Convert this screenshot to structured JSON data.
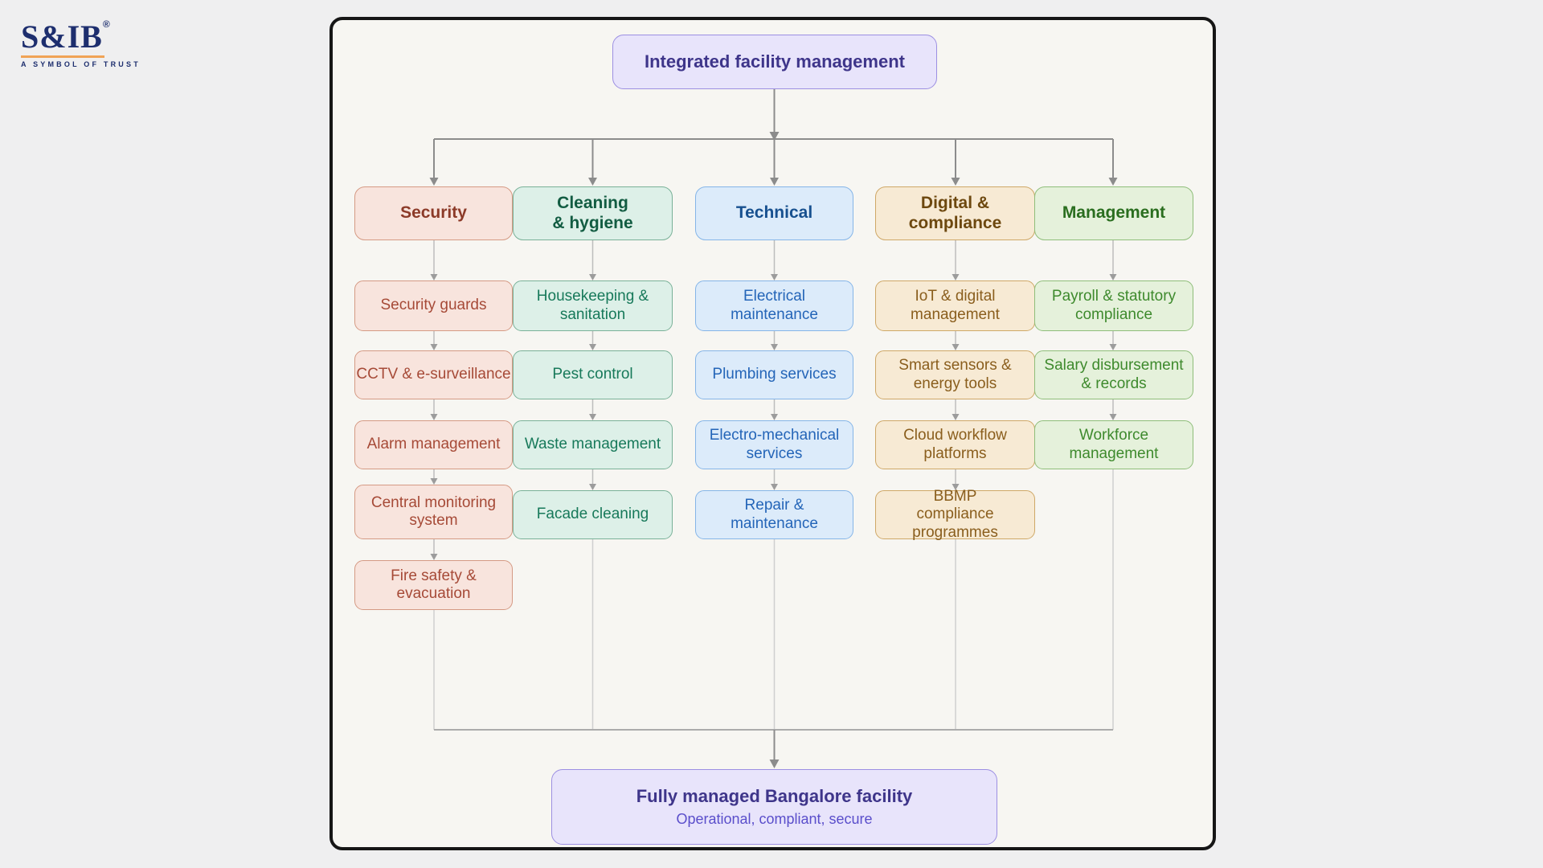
{
  "logo": {
    "brand": "S&IB",
    "registered": "®",
    "tagline": "A SYMBOL OF TRUST",
    "colors": {
      "navy": "#1d2e6e",
      "orange": "#f0a356"
    }
  },
  "title": "Integrated facility management",
  "columns": [
    {
      "header": "Security",
      "colors": {
        "fill": "#f8e4dd",
        "border": "#d59a84",
        "text": "#a64a37",
        "header_text": "#8c3a28"
      },
      "items": [
        "Security guards",
        "CCTV & e-surveillance",
        "Alarm management",
        "Central monitoring system",
        "Fire safety & evacuation"
      ]
    },
    {
      "header": "Cleaning & hygiene",
      "colors": {
        "fill": "#ddf0e8",
        "border": "#79b198",
        "text": "#17795a",
        "header_text": "#125c42"
      },
      "items": [
        "Housekeeping & sanitation",
        "Pest control",
        "Waste management",
        "Facade cleaning"
      ]
    },
    {
      "header": "Technical",
      "colors": {
        "fill": "#dcebfa",
        "border": "#85b5e8",
        "text": "#2465b8",
        "header_text": "#17508f"
      },
      "items": [
        "Electrical maintenance",
        "Plumbing services",
        "Electro-mechanical services",
        "Repair & maintenance"
      ]
    },
    {
      "header": "Digital & compliance",
      "colors": {
        "fill": "#f7ead4",
        "border": "#cfa867",
        "text": "#8a5e1d",
        "header_text": "#6d480f"
      },
      "items": [
        "IoT & digital management",
        "Smart sensors & energy tools",
        "Cloud workflow platforms",
        "BBMP compliance programmes"
      ]
    },
    {
      "header": "Management",
      "colors": {
        "fill": "#e5f1db",
        "border": "#8fbe7a",
        "text": "#3e8a2d",
        "header_text": "#2a6e1f"
      },
      "items": [
        "Payroll & statutory compliance",
        "Salary disbursement & records",
        "Workforce management"
      ]
    }
  ],
  "footer": {
    "title": "Fully managed Bangalore facility",
    "subtitle": "Operational, compliant, secure"
  },
  "theme": {
    "purple": {
      "fill": "#e8e4fb",
      "border": "#9c8fe2",
      "text": "#3e358a",
      "subtitle_text": "#5a4ecb"
    },
    "lines": {
      "main": "#8c8c8c",
      "light": "#bdbdbd",
      "head_light": "#9c9c9c",
      "drop": "#cfcfcf",
      "collector": "#ababab"
    }
  }
}
